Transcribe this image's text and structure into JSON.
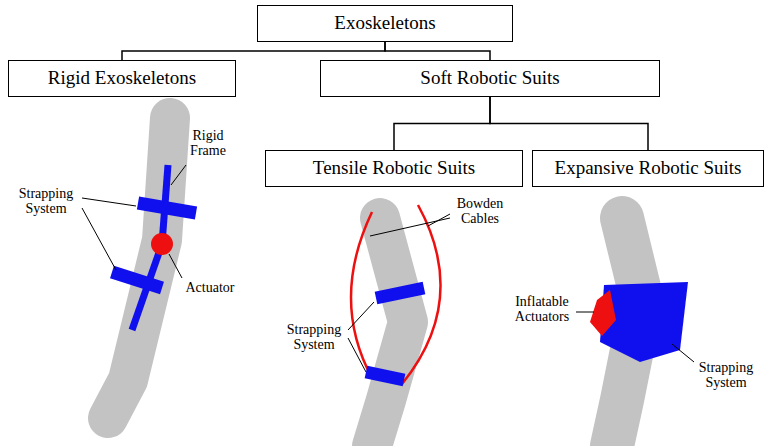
{
  "diagram": {
    "nodes": [
      {
        "text": [
          "Exoskeletons"
        ]
      },
      {
        "text": [
          "Rigid Exoskeletons"
        ]
      },
      {
        "text": [
          "Soft Robotic Suits"
        ]
      },
      {
        "text": [
          "Tensile Robotic Suits"
        ]
      },
      {
        "text": [
          "Expansive Robotic Suits"
        ]
      }
    ],
    "edges": [
      {
        "from": 0,
        "to": 1,
        "arrow": "none"
      },
      {
        "from": 0,
        "to": 2,
        "arrow": "none"
      },
      {
        "from": 2,
        "to": 3,
        "arrow": "none"
      },
      {
        "from": 2,
        "to": 4,
        "arrow": "none"
      }
    ],
    "labels": [
      "Rigid Frame",
      "Strapping System",
      "Actuator",
      "Bowden Cables",
      "Strapping System",
      "Inflatable Actuators",
      "Strapping System"
    ]
  }
}
